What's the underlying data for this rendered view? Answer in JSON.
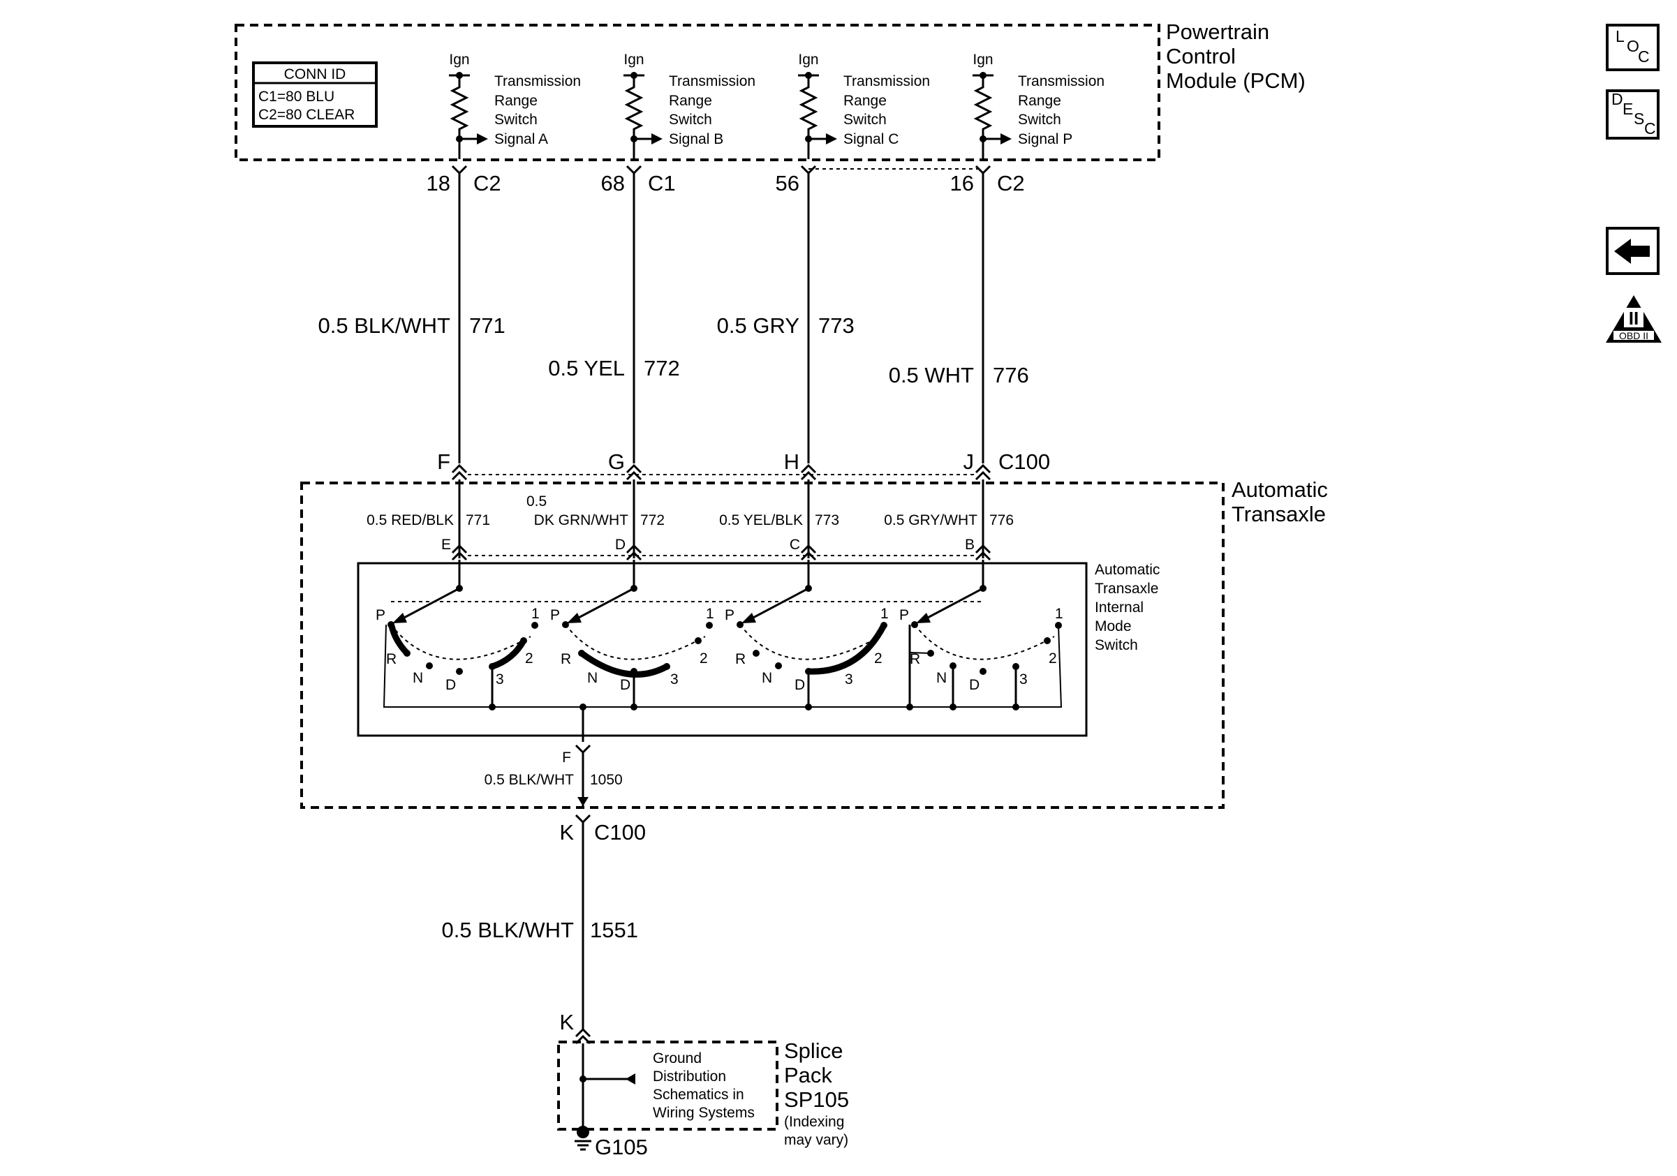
{
  "pcm": {
    "title_lines": [
      "Powertrain",
      "Control",
      "Module (PCM)"
    ],
    "conn_id": {
      "header": "CONN ID",
      "c1": "C1=80 BLU",
      "c2": "C2=80 CLEAR"
    },
    "ign_label": "Ign",
    "signals": [
      {
        "lines": [
          "Transmission",
          "Range",
          "Switch",
          "Signal A"
        ],
        "pin": "18",
        "conn": "C2"
      },
      {
        "lines": [
          "Transmission",
          "Range",
          "Switch",
          "Signal B"
        ],
        "pin": "68",
        "conn": "C1"
      },
      {
        "lines": [
          "Transmission",
          "Range",
          "Switch",
          "Signal C"
        ],
        "pin": "56",
        "conn": ""
      },
      {
        "lines": [
          "Transmission",
          "Range",
          "Switch",
          "Signal P"
        ],
        "pin": "16",
        "conn": "C2"
      }
    ]
  },
  "harness_wires": [
    {
      "color": "0.5 BLK/WHT",
      "circuit": "771",
      "pin": "F"
    },
    {
      "color": "0.5 YEL",
      "circuit": "772",
      "pin": "G"
    },
    {
      "color": "0.5 GRY",
      "circuit": "773",
      "pin": "H"
    },
    {
      "color": "0.5 WHT",
      "circuit": "776",
      "pin": "J"
    }
  ],
  "c100_label": "C100",
  "transaxle": {
    "title_lines": [
      "Automatic",
      "Transaxle"
    ],
    "internal_wires": [
      {
        "color": "0.5 RED/BLK",
        "color_prefix": "",
        "circuit": "771",
        "pin": "E"
      },
      {
        "color": "DK GRN/WHT",
        "color_prefix": "0.5",
        "circuit": "772",
        "pin": "D"
      },
      {
        "color": "0.5 YEL/BLK",
        "color_prefix": "",
        "circuit": "773",
        "pin": "C"
      },
      {
        "color": "0.5 GRY/WHT",
        "color_prefix": "",
        "circuit": "776",
        "pin": "B"
      }
    ],
    "switch_label_lines": [
      "Automatic",
      "Transaxle",
      "Internal",
      "Mode",
      "Switch"
    ],
    "positions": [
      "P",
      "R",
      "N",
      "D",
      "3",
      "2",
      "1"
    ],
    "ground_pin": "F",
    "ground_wire": {
      "color": "0.5 BLK/WHT",
      "circuit": "1050"
    }
  },
  "lower_connector": {
    "pin": "K",
    "conn": "C100"
  },
  "lower_wire": {
    "color": "0.5 BLK/WHT",
    "circuit": "1551"
  },
  "splice_pin": "K",
  "splice": {
    "title_lines": [
      "Splice",
      "Pack",
      "SP105"
    ],
    "note_lines": [
      "(Indexing",
      "may vary)"
    ],
    "ref_lines": [
      "Ground",
      "Distribution",
      "Schematics in",
      "Wiring Systems"
    ]
  },
  "ground_label": "G105",
  "side_icons": {
    "loc": [
      "L",
      "O",
      "C"
    ],
    "desc": [
      "D",
      "E",
      "S",
      "C"
    ],
    "obd_numeral": "II",
    "obd_text": "OBD II",
    "back_icon": "arrow-left-icon"
  }
}
